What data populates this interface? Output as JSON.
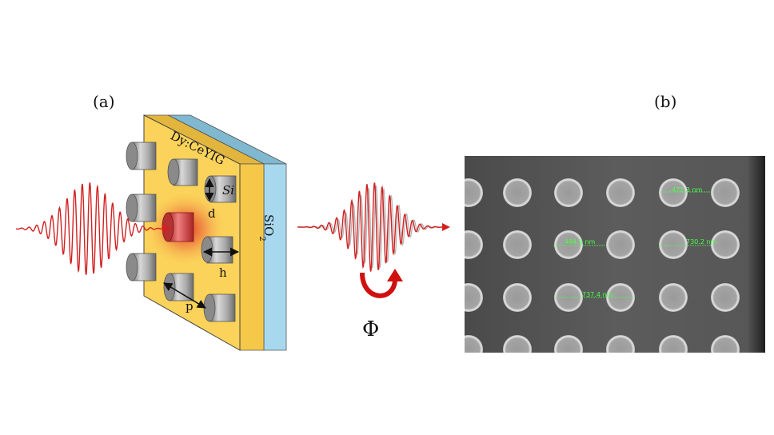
{
  "panels": {
    "a_label": "(a)",
    "b_label": "(b)"
  },
  "schematic": {
    "film_label": "Dy:CeYIG",
    "substrate_label": "SiO",
    "substrate_subscript": "2",
    "pillar_material_label": "Si",
    "diameter_label": "d",
    "height_label": "h",
    "period_label": "p",
    "rotation_symbol": "Φ"
  },
  "sem": {
    "measurements": [
      "471.3 nm",
      "484.6 nm",
      "730.2 nm",
      "737.4 nm"
    ]
  },
  "colors": {
    "film": "#fbd35a",
    "film_edge": "#c9a331",
    "substrate": "#a8d8ee",
    "pulse": "#d22020",
    "arrow": "#e01010",
    "sem_bg": "#585858",
    "measure": "#49ff49"
  }
}
